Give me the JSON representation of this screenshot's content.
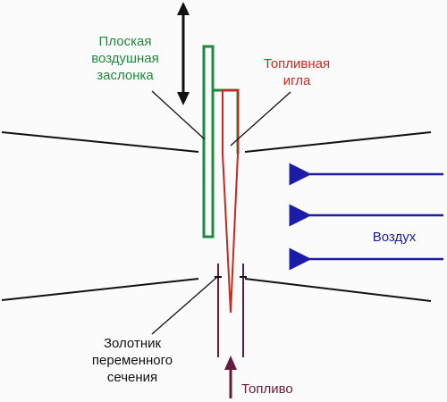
{
  "labels": {
    "flat_air_damper": "Плоская\nвоздушная\nзаслонка",
    "fuel_needle": "Топливная\nигла",
    "air": "Воздух",
    "variable_section_spool": "Золотник\nпеременного\nсечения",
    "fuel": "Топливо"
  },
  "colors": {
    "damper": "#1e8a3c",
    "needle": "#c8281e",
    "air_arrows": "#1c1ca8",
    "fuel_line": "#6a1a3a",
    "outline": "#111111"
  },
  "icons": {
    "damper_motion": "double-arrow-vertical",
    "air_flow": "arrow-left",
    "fuel_flow": "arrow-up"
  }
}
